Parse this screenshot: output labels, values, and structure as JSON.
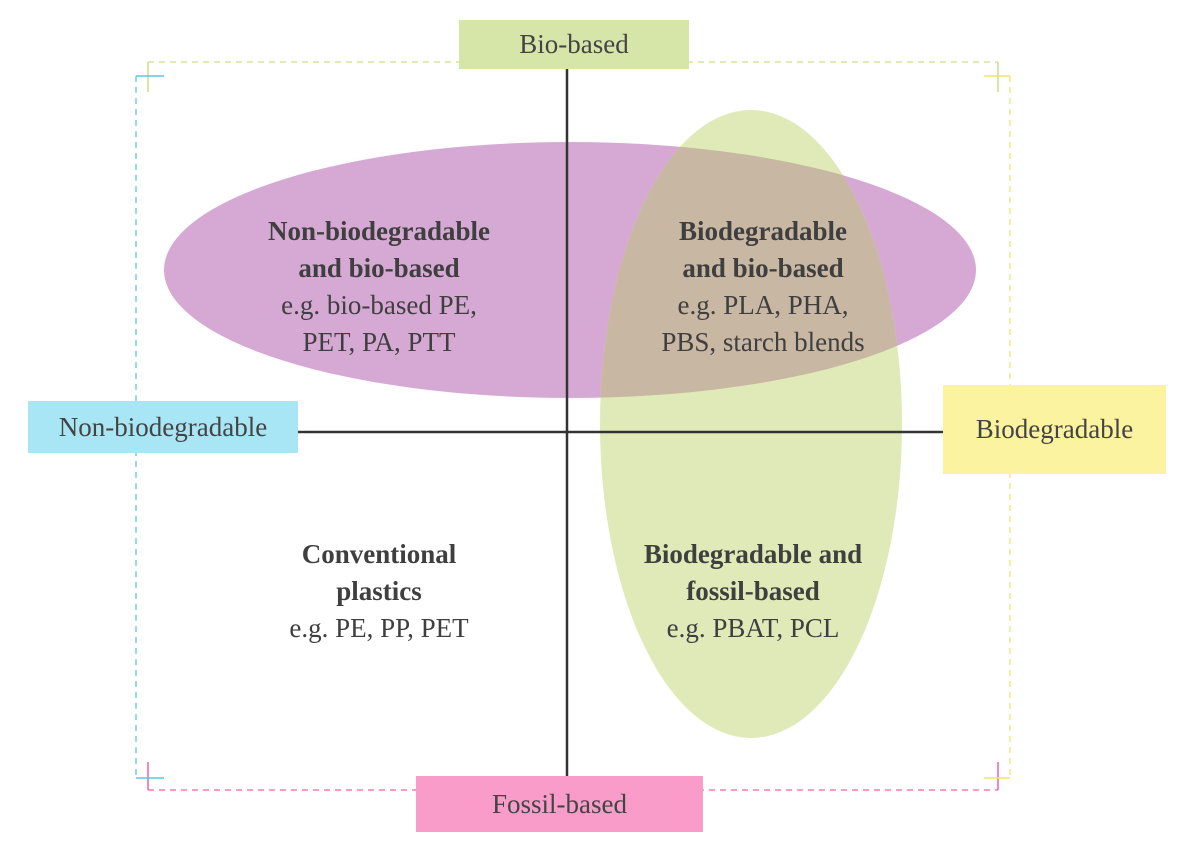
{
  "axes": {
    "top": {
      "label": "Bio-based",
      "color": "#d6e6a8"
    },
    "bottom": {
      "label": "Fossil-based",
      "color": "#f99cca"
    },
    "left": {
      "label": "Non-biodegradable",
      "color": "#a9e6f5"
    },
    "right": {
      "label": "Biodegradable",
      "color": "#fbf3a0"
    }
  },
  "quadrants": {
    "top_left": {
      "title_line1": "Non-biodegradable",
      "title_line2": "and bio-based",
      "example_line1": "e.g. bio-based PE,",
      "example_line2": "PET, PA, PTT"
    },
    "top_right": {
      "title_line1": "Biodegradable",
      "title_line2": "and bio-based",
      "example_line1": "e.g. PLA, PHA,",
      "example_line2": "PBS, starch blends"
    },
    "bottom_left": {
      "title_line1": "Conventional",
      "title_line2": "plastics",
      "example_line1": "e.g. PE, PP, PET"
    },
    "bottom_right": {
      "title_line1": "Biodegradable and",
      "title_line2": "fossil-based",
      "example_line1": "e.g. PBAT, PCL"
    }
  },
  "colors": {
    "purple_ellipse": "#d6a9d5",
    "green_ellipse": "#dfeab8",
    "overlap": "#c8b7a2",
    "axis_line": "#333333"
  }
}
